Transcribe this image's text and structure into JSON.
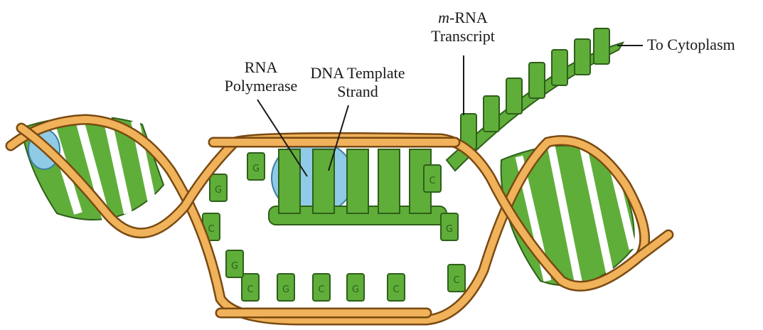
{
  "labels": {
    "rna_polymerase": {
      "line1": "RNA",
      "line2": "Polymerase"
    },
    "dna_template": {
      "line1": "DNA Template",
      "line2": "Strand"
    },
    "mrna": {
      "prefix": "m",
      "line1_rest": "-RNA",
      "line2": "Transcript"
    },
    "cytoplasm": "To Cytoplasm"
  },
  "colors": {
    "backbone": "#f0b25a",
    "backbone_edge": "#7a4a12",
    "base": "#5fae3a",
    "base_edge": "#2f5f1a",
    "polymerase": "#8fcbe6",
    "polymerase_edge": "#3a7fa0",
    "ink": "#1a1a1a"
  },
  "nucleotide_letters": [
    "C",
    "G",
    "C",
    "G",
    "C",
    "C",
    "G",
    "G",
    "C",
    "G",
    "G",
    "C"
  ]
}
